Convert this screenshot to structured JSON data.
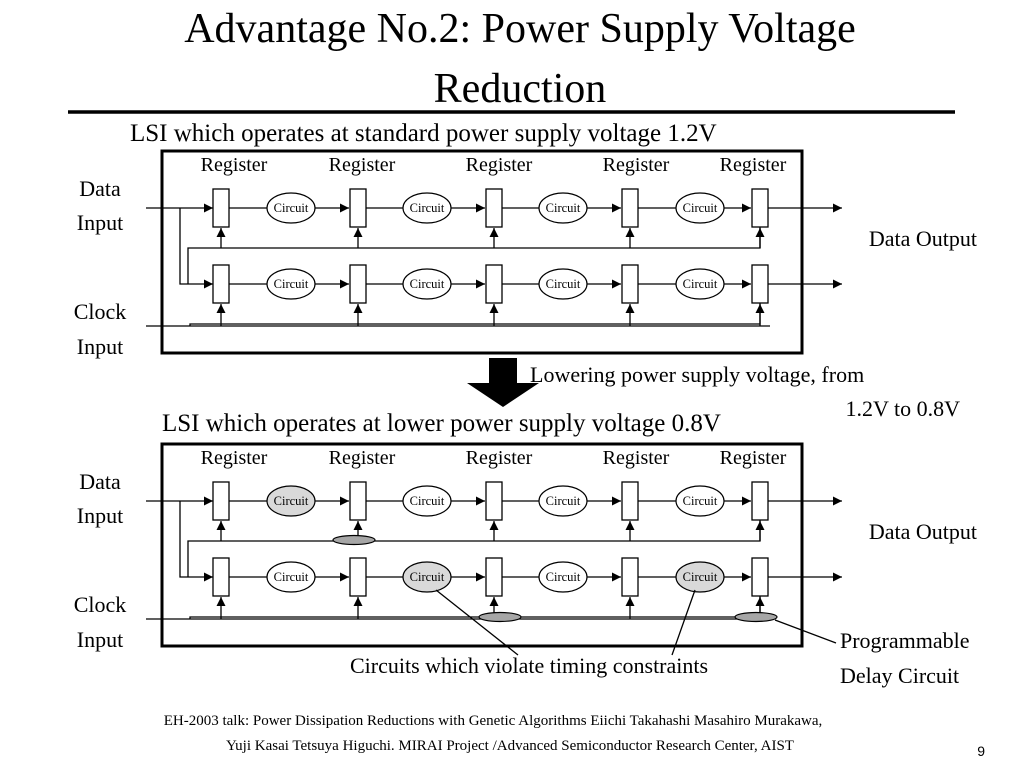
{
  "slide": {
    "title_line1": "Advantage No.2: Power Supply Voltage",
    "title_line2": "Reduction",
    "page_number": "9",
    "footer_line1": "EH-2003 talk: Power Dissipation Reductions with Genetic Algorithms Eiichi Takahashi  Masahiro Murakawa,",
    "footer_line2": "Yuji Kasai    Tetsuya Higuchi. MIRAI Project  /Advanced Semiconductor Research Center, AIST"
  },
  "top_diagram": {
    "heading": "LSI which operates at standard power supply voltage 1.2V",
    "register_labels": [
      "Register",
      "Register",
      "Register",
      "Register",
      "Register"
    ],
    "circuit_label": "Circuit",
    "data_input_line1": "Data",
    "data_input_line2": "Input",
    "clock_input_line1": "Clock",
    "clock_input_line2": "Input",
    "data_output": "Data Output",
    "row1_highlight": [
      false,
      false,
      false,
      false
    ],
    "row2_highlight": [
      false,
      false,
      false,
      false
    ]
  },
  "transition": {
    "line1": "Lowering power supply voltage, from",
    "line2": "1.2V to 0.8V"
  },
  "bottom_diagram": {
    "heading": "LSI which operates at lower power supply voltage 0.8V",
    "register_labels": [
      "Register",
      "Register",
      "Register",
      "Register",
      "Register"
    ],
    "circuit_label": "Circuit",
    "data_input_line1": "Data",
    "data_input_line2": "Input",
    "clock_input_line1": "Clock",
    "clock_input_line2": "Input",
    "data_output": "Data Output",
    "row1_highlight": [
      true,
      false,
      false,
      false
    ],
    "row2_highlight": [
      false,
      true,
      false,
      true
    ],
    "violation_note": "Circuits which violate timing constraints",
    "delay_note_line1": "Programmable",
    "delay_note_line2": "Delay Circuit"
  },
  "colors": {
    "highlight_fill": "#d9d9d9",
    "delay_circuit_fill": "#a6a6a6",
    "arrow_fill": "#000000"
  }
}
